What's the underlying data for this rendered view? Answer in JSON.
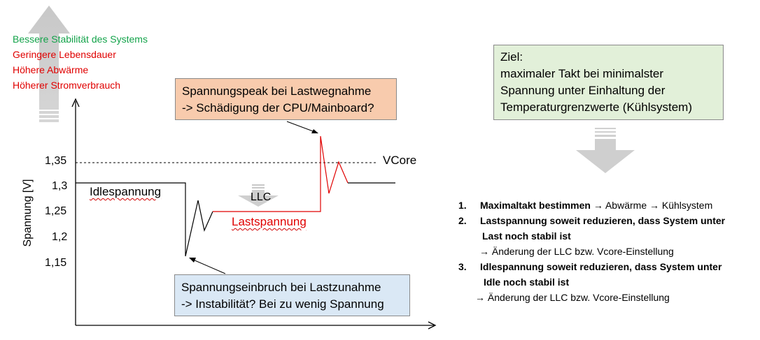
{
  "effects": [
    {
      "text": "Bessere Stabilität des Systems",
      "color": "#13a34a"
    },
    {
      "text": "Geringere Lebensdauer",
      "color": "#e00000"
    },
    {
      "text": "Höhere Abwärme",
      "color": "#e00000"
    },
    {
      "text": "Höherer Stromverbrauch",
      "color": "#e00000"
    }
  ],
  "chart_data": {
    "type": "line",
    "ylabel": "Spannung [V]",
    "yticks": [
      "1,35",
      "1,3",
      "1,25",
      "1,2",
      "1,15"
    ],
    "reference_line": {
      "label": "VCore",
      "value": 1.35
    },
    "labels": {
      "idle": "Idlespannung",
      "load": "Lastspannung",
      "llc": "LLC"
    }
  },
  "callouts": {
    "peak": {
      "line1": "Spannungspeak bei Lastwegnahme",
      "line2": "-> Schädigung der CPU/Mainboard?",
      "color": "#f8cbad"
    },
    "drop": {
      "line1": "Spannungseinbruch bei Lastzunahme",
      "line2": "-> Instabilität? Bei zu wenig Spannung",
      "color": "#dae8f5"
    }
  },
  "goal": {
    "title": "Ziel:",
    "line1": "maximaler Takt bei minimalster",
    "line2": "Spannung unter Einhaltung der",
    "line3": "Temperaturgrenzwerte (Kühlsystem)",
    "color": "#e2f0d9"
  },
  "steps": {
    "s1_num": "1.",
    "s1_bold": "Maximaltakt bestimmen",
    "s1_arrow1": "→",
    "s1_rest1": "Abwärme",
    "s1_arrow2": "→",
    "s1_rest2": "Kühlsystem",
    "s2_num": "2.",
    "s2_line1": "Lastspannung soweit reduzieren, dass System unter",
    "s2_line2": "Last noch stabil ist",
    "s2_sub_arrow": "→",
    "s2_sub_text": "Änderung der LLC bzw. Vcore-Einstellung",
    "s3_num": "3.",
    "s3_line1": "Idlespannung soweit reduzieren, dass System unter",
    "s3_line2": "Idle noch stabil ist",
    "s3_sub_arrow": "→",
    "s3_sub_text": "Änderung der LLC bzw. Vcore-Einstellung"
  }
}
